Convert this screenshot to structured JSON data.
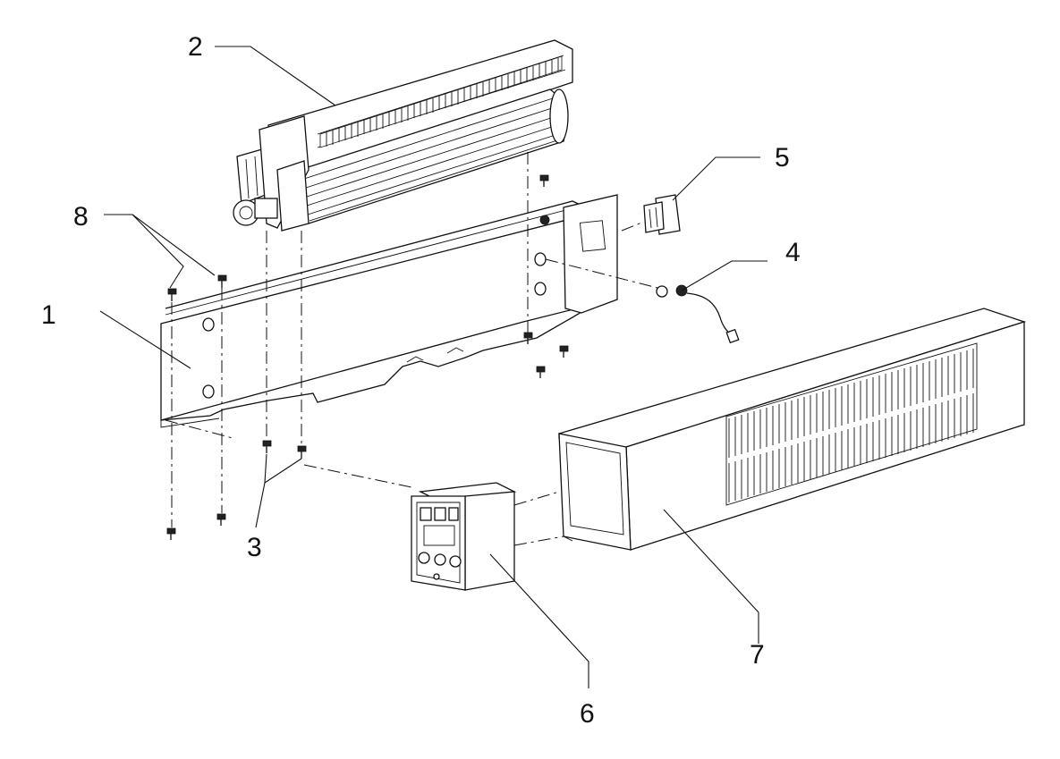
{
  "diagram": {
    "type": "exploded-parts-view",
    "callouts": [
      {
        "id": "1",
        "label": "1"
      },
      {
        "id": "2",
        "label": "2"
      },
      {
        "id": "3",
        "label": "3"
      },
      {
        "id": "4",
        "label": "4"
      },
      {
        "id": "5",
        "label": "5"
      },
      {
        "id": "6",
        "label": "6"
      },
      {
        "id": "7",
        "label": "7"
      },
      {
        "id": "8",
        "label": "8"
      }
    ]
  }
}
